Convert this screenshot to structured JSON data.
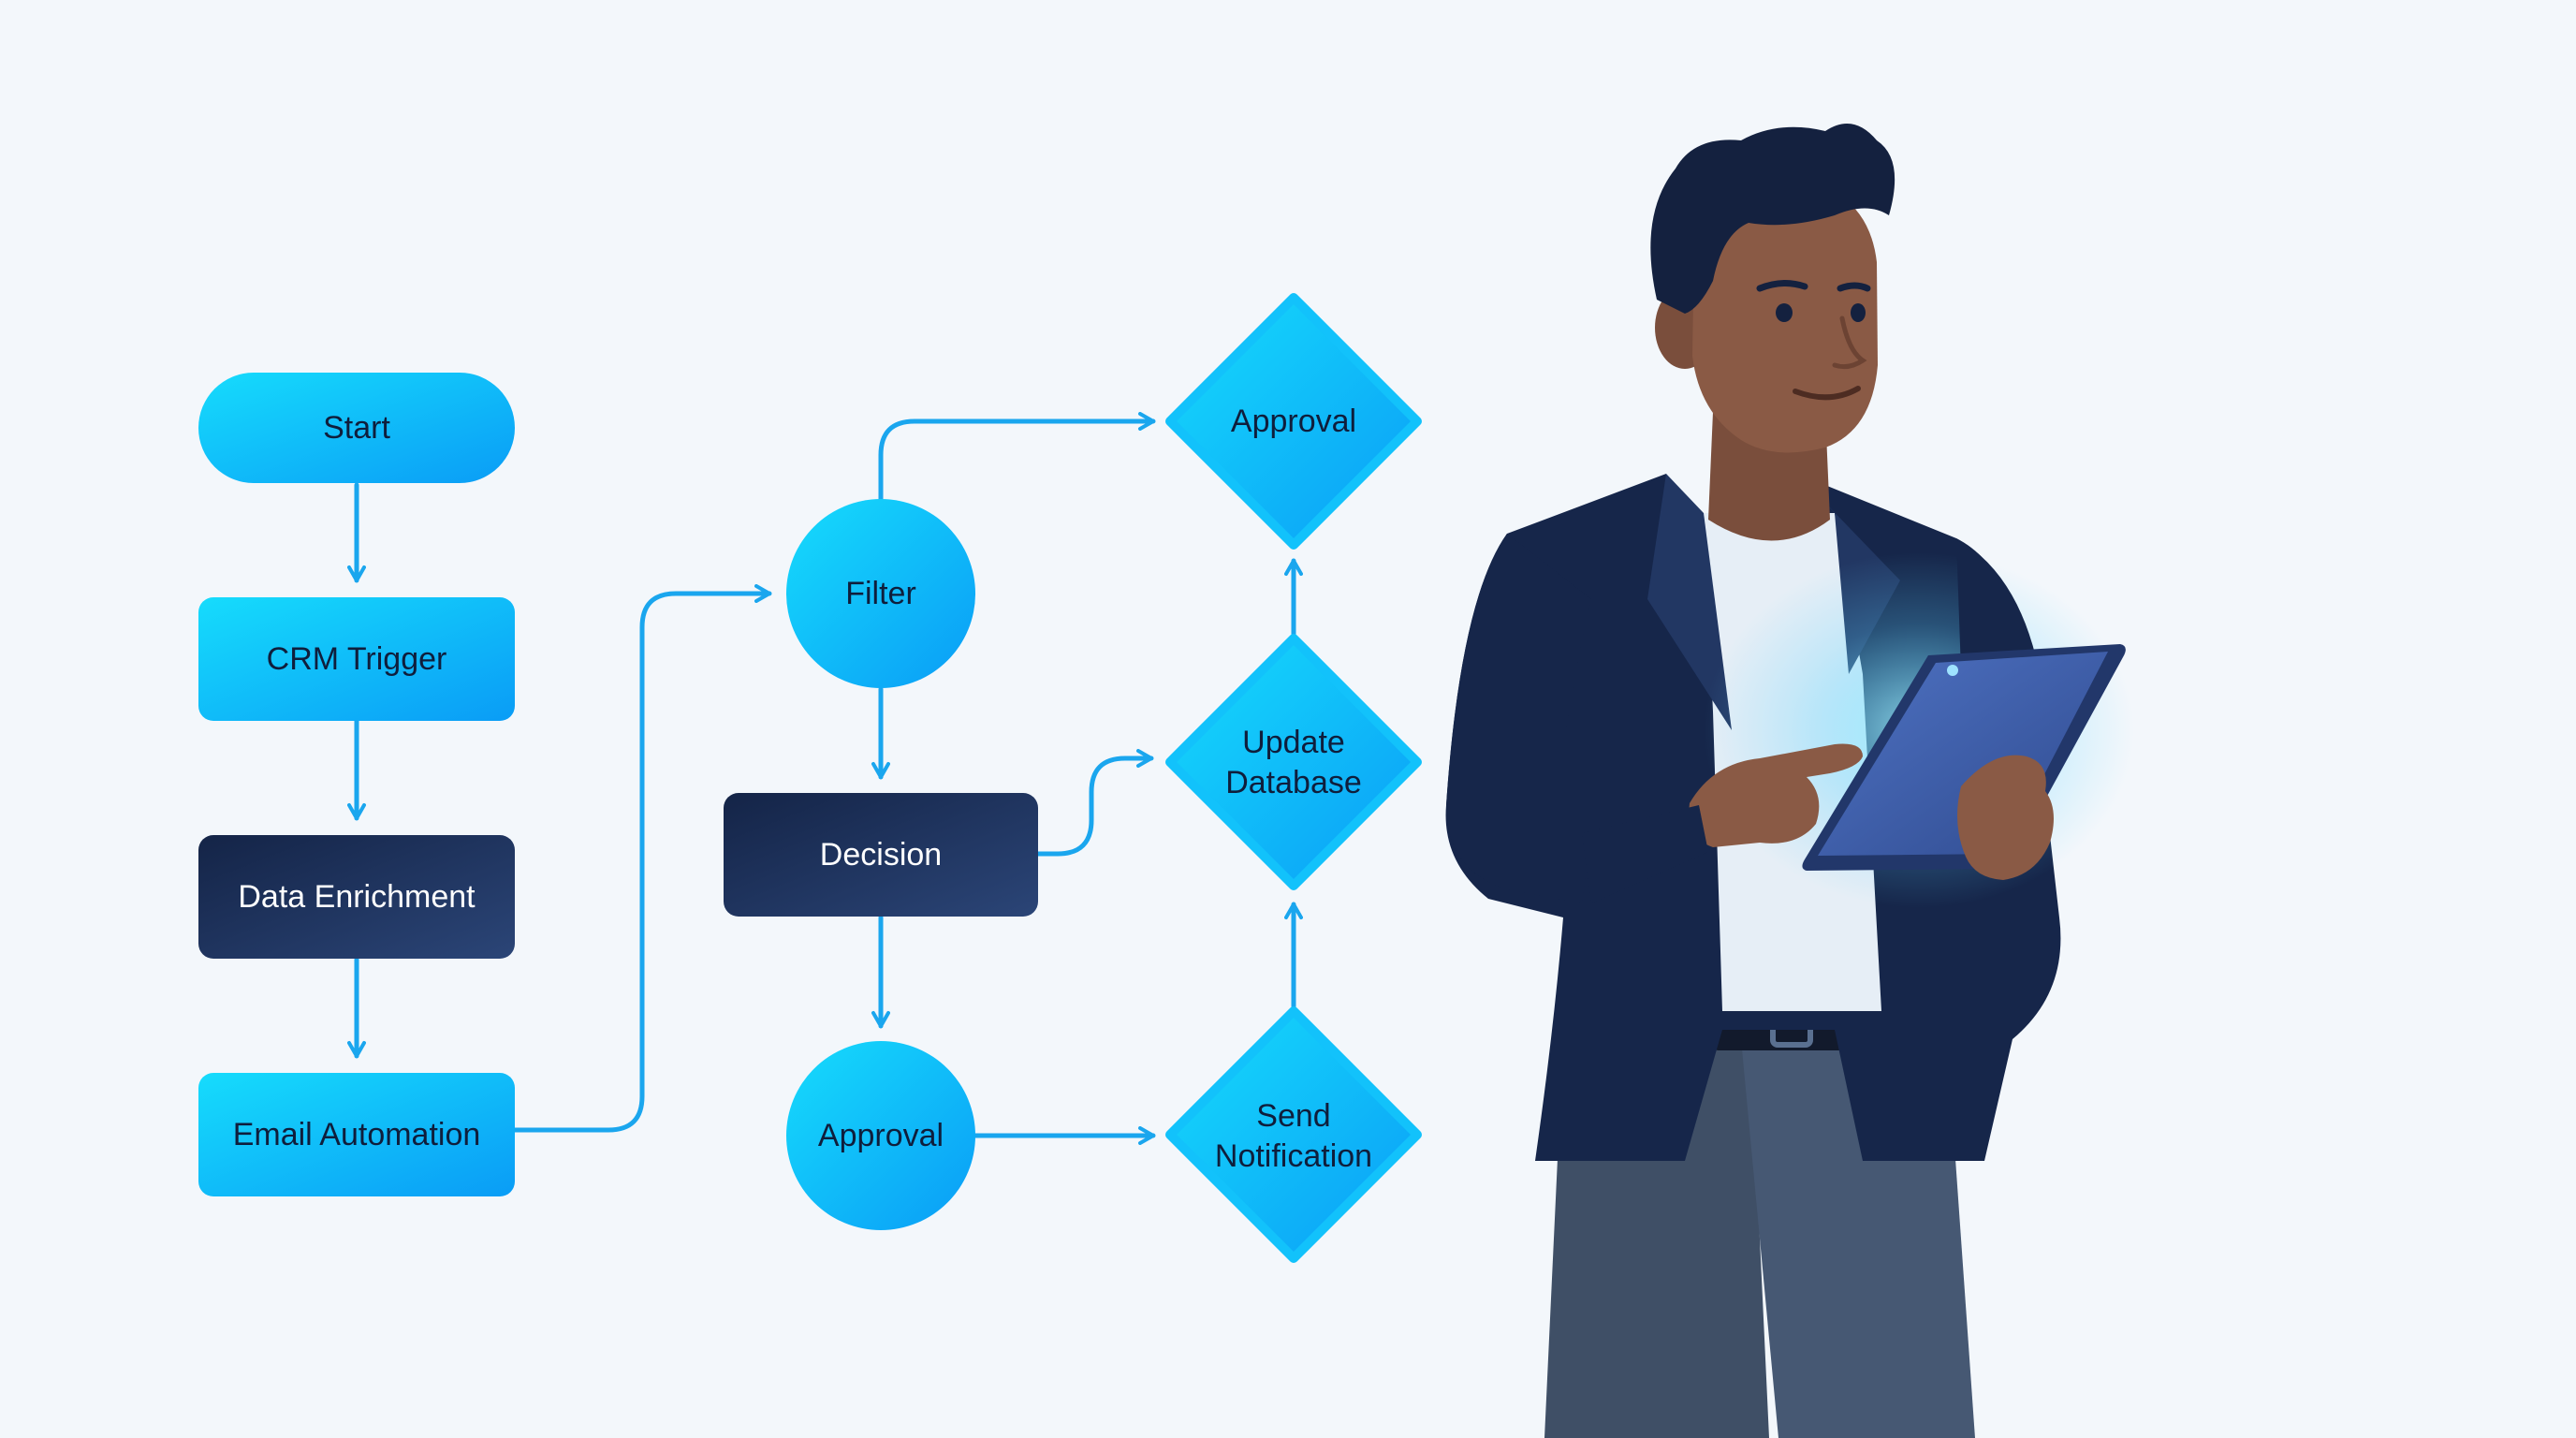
{
  "background": "#f3f7fb",
  "colors": {
    "connector": "#1aa6ee",
    "node_blue_light": "#16dcfc",
    "node_blue_dark": "#0a9cf6",
    "node_navy_light": "#243d6c",
    "node_navy_dark": "#142447",
    "text_dark": "#0f1e3c",
    "text_light": "#ffffff"
  },
  "nodes": {
    "start": {
      "label": [
        "Start"
      ],
      "shape": "pill",
      "fill": "blue"
    },
    "crm_trigger": {
      "label": [
        "CRM Trigger"
      ],
      "shape": "rect",
      "fill": "blue"
    },
    "data_enrichment": {
      "label": [
        "Data Enrichment"
      ],
      "shape": "rect",
      "fill": "navy"
    },
    "email_automation": {
      "label": [
        "Email Automation"
      ],
      "shape": "rect",
      "fill": "blue"
    },
    "filter": {
      "label": [
        "Filter"
      ],
      "shape": "circle",
      "fill": "blue"
    },
    "decision": {
      "label": [
        "Decision"
      ],
      "shape": "rect",
      "fill": "navy"
    },
    "approval_circle": {
      "label": [
        "Approval"
      ],
      "shape": "circle",
      "fill": "blue"
    },
    "approval_diamond": {
      "label": [
        "Approval"
      ],
      "shape": "diamond",
      "fill": "blue"
    },
    "update_database": {
      "label": [
        "Update",
        "Database"
      ],
      "shape": "diamond",
      "fill": "blue"
    },
    "send_notification": {
      "label": [
        "Send",
        "Notification"
      ],
      "shape": "diamond",
      "fill": "blue"
    }
  },
  "edges": [
    {
      "from": "start",
      "to": "crm_trigger"
    },
    {
      "from": "crm_trigger",
      "to": "data_enrichment"
    },
    {
      "from": "data_enrichment",
      "to": "email_automation"
    },
    {
      "from": "email_automation",
      "to": "filter"
    },
    {
      "from": "filter",
      "to": "approval_diamond"
    },
    {
      "from": "filter",
      "to": "decision"
    },
    {
      "from": "decision",
      "to": "update_database"
    },
    {
      "from": "decision",
      "to": "approval_circle"
    },
    {
      "from": "approval_circle",
      "to": "send_notification"
    },
    {
      "from": "send_notification",
      "to": "update_database"
    },
    {
      "from": "update_database",
      "to": "approval_diamond"
    }
  ],
  "illustration": {
    "subject": "person-holding-tablet",
    "colors": {
      "skin": "#8a5a45",
      "hair": "#14213f",
      "blazer": "#16264a",
      "shirt": "#e6eef6",
      "trousers": "#3f4f66",
      "tablet": "#3a5aa8",
      "tablet_glow": "#7fe0ff"
    }
  }
}
